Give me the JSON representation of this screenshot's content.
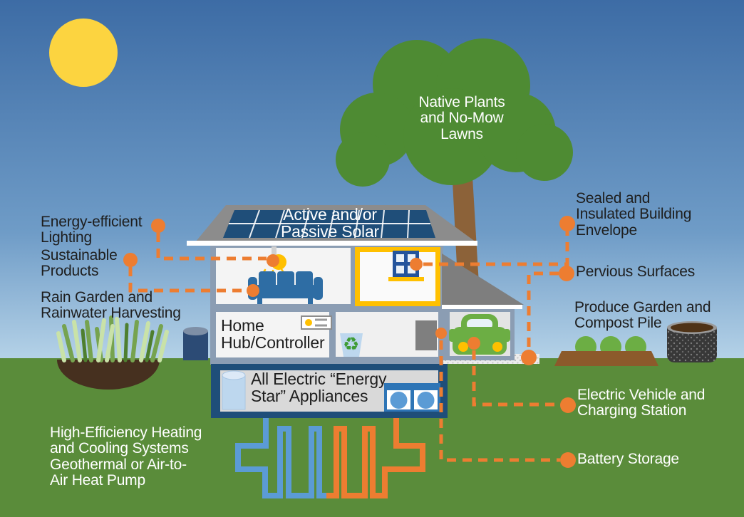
{
  "title": "Sustainable home infographic",
  "labels": {
    "native_plants": "Native Plants\nand No-Mow\nLawns",
    "active_passive_solar": "Active and/or\nPassive Solar",
    "energy_efficient_lighting": "Energy-efficient\nLighting",
    "sustainable_products": "Sustainable\nProducts",
    "rain_garden": "Rain Garden and\nRainwater Harvesting",
    "sealed_envelope": "Sealed and\nInsulated Building\nEnvelope",
    "pervious_surfaces": "Pervious Surfaces",
    "produce_garden": "Produce Garden and\nCompost Pile",
    "electric_vehicle": "Electric Vehicle and\nCharging Station",
    "battery_storage": "Battery Storage",
    "heating_cooling": "High-Efficiency Heating\nand Cooling Systems\nGeothermal or Air-to-\nAir Heat Pump",
    "home_hub": "Home\nHub/Controller",
    "energy_star_appliances": "All Electric “Energy\nStar” Appliances"
  },
  "icons": {
    "recycle_icon": "♻"
  },
  "colors": {
    "accent_orange": "#ED7D31",
    "solar_navy": "#1F4E79",
    "pipe_blue": "#5B9BD5",
    "wall_gray_blue": "#8B9DB3",
    "roof_gray": "#8C8C8C",
    "grass_green": "#5A8C3A",
    "tree_green": "#4E8B33",
    "trunk_brown": "#8C6239",
    "sun_yellow": "#FCD440",
    "envelope_yellow": "#FFC000",
    "car_green": "#6CAE44",
    "sky_top": "#3D6CA5",
    "sky_bottom": "#B6D3E8"
  }
}
